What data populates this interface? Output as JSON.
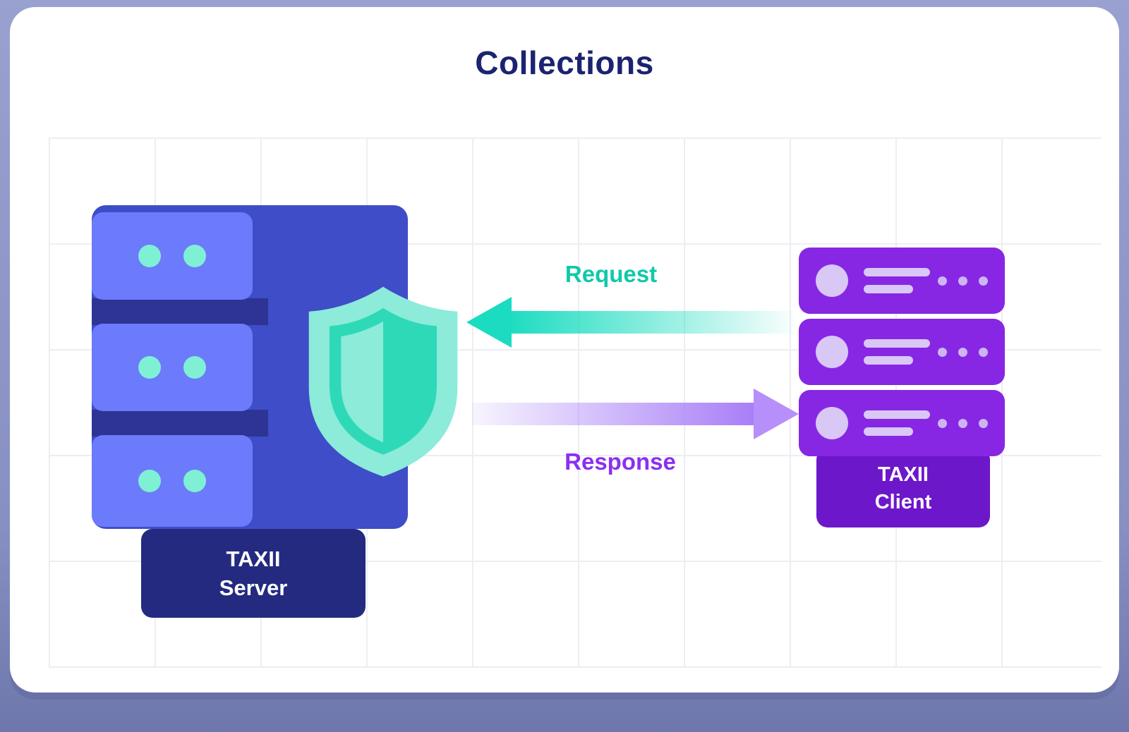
{
  "title": "Collections",
  "server": {
    "line1": "TAXII",
    "line2": "Server"
  },
  "client": {
    "line1": "TAXII",
    "line2": "Client"
  },
  "flow": {
    "request": "Request",
    "response": "Response"
  },
  "colors": {
    "teal": "#1bdcc0",
    "teal_text": "#0fc9a9",
    "purple": "#a87ef7",
    "purple_text": "#8b2ff0",
    "navy_title": "#1c2370",
    "server_body": "#3f4dc8",
    "server_face": "#6b7bfb",
    "server_label_bg": "#232a80",
    "client_unit": "#8727e4",
    "client_label_bg": "#6d17cb",
    "dot_mint": "#7ff0d4",
    "shield_light": "#8cebd9",
    "shield_dark": "#2ed9b8"
  }
}
